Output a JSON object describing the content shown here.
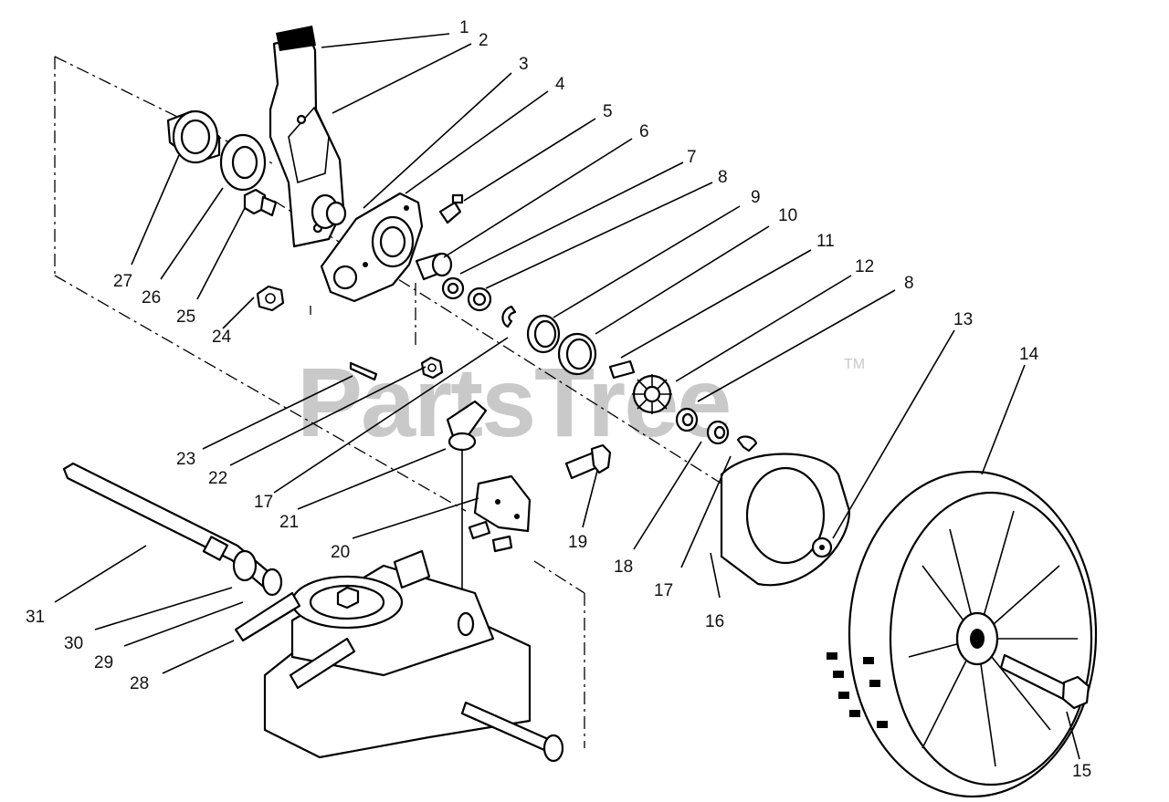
{
  "watermark": {
    "text": "PartsTree",
    "trademark": "TM"
  },
  "colors": {
    "ink": "#000000",
    "paper": "#ffffff",
    "watermark": "#c9c9c9"
  },
  "callouts": [
    "1",
    "2",
    "3",
    "4",
    "5",
    "6",
    "7",
    "8",
    "9",
    "10",
    "11",
    "12",
    "8",
    "13",
    "14",
    "15",
    "16",
    "17",
    "18",
    "19",
    "20",
    "21",
    "17",
    "22",
    "23",
    "24",
    "25",
    "26",
    "27",
    "28",
    "29",
    "30",
    "31"
  ]
}
